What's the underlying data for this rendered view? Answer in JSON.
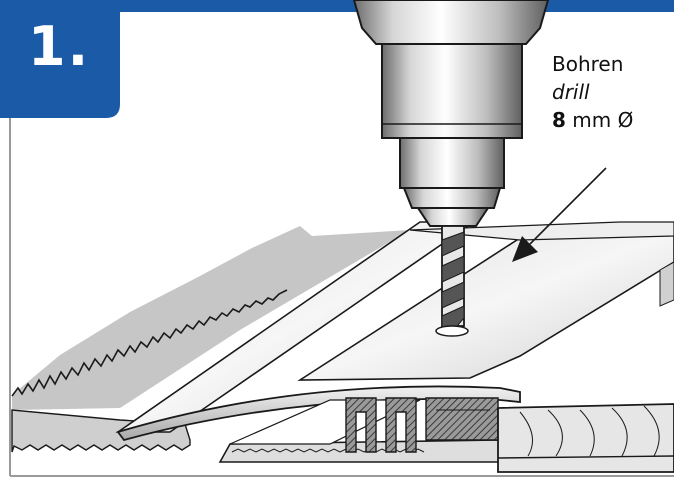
{
  "step": {
    "number": "1."
  },
  "label": {
    "de": "Bohren",
    "en": "drill",
    "size_value": "8",
    "size_unit": "mm Ø"
  },
  "colors": {
    "header_blue": "#1b5aa6",
    "outline": "#1a1a1a",
    "metal": "#d9d9d9",
    "metal_dark": "#7a7a7a",
    "carpet": "#bdbdbd"
  }
}
